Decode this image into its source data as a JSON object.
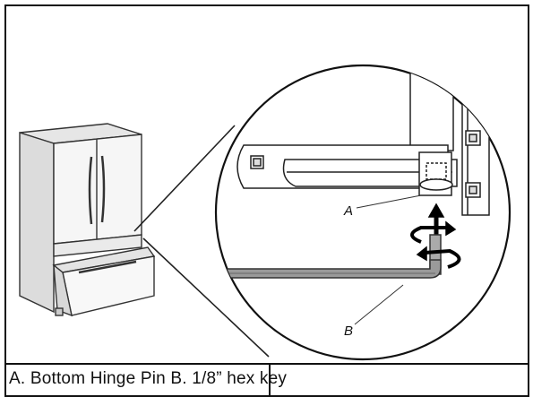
{
  "figure": {
    "callout_a": "A",
    "callout_b": "B",
    "caption": "A. Bottom Hinge Pin B. 1/8” hex key"
  }
}
